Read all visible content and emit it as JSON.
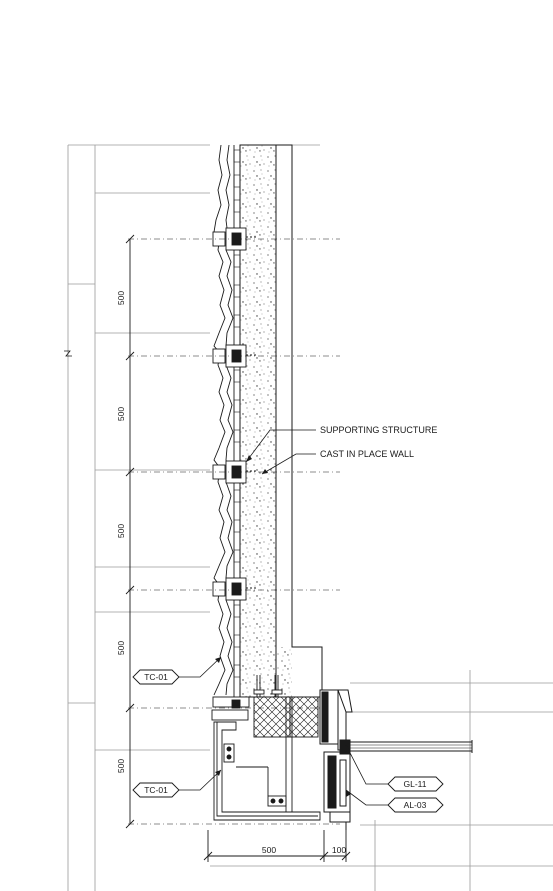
{
  "callouts": {
    "supporting_structure": "SUPPORTING STRUCTURE",
    "cast_in_place_wall": "CAST IN PLACE WALL"
  },
  "tags": {
    "tc01_upper": "TC-01",
    "tc01_lower": "TC-01",
    "gl11": "GL-11",
    "al03": "AL-03"
  },
  "dimensions": {
    "vertical": [
      "500",
      "500",
      "500",
      "500",
      "500"
    ],
    "horizontal": [
      "500",
      "100"
    ]
  },
  "colors": {
    "line": "#1a1a1a",
    "grid": "#9a9a9a"
  }
}
